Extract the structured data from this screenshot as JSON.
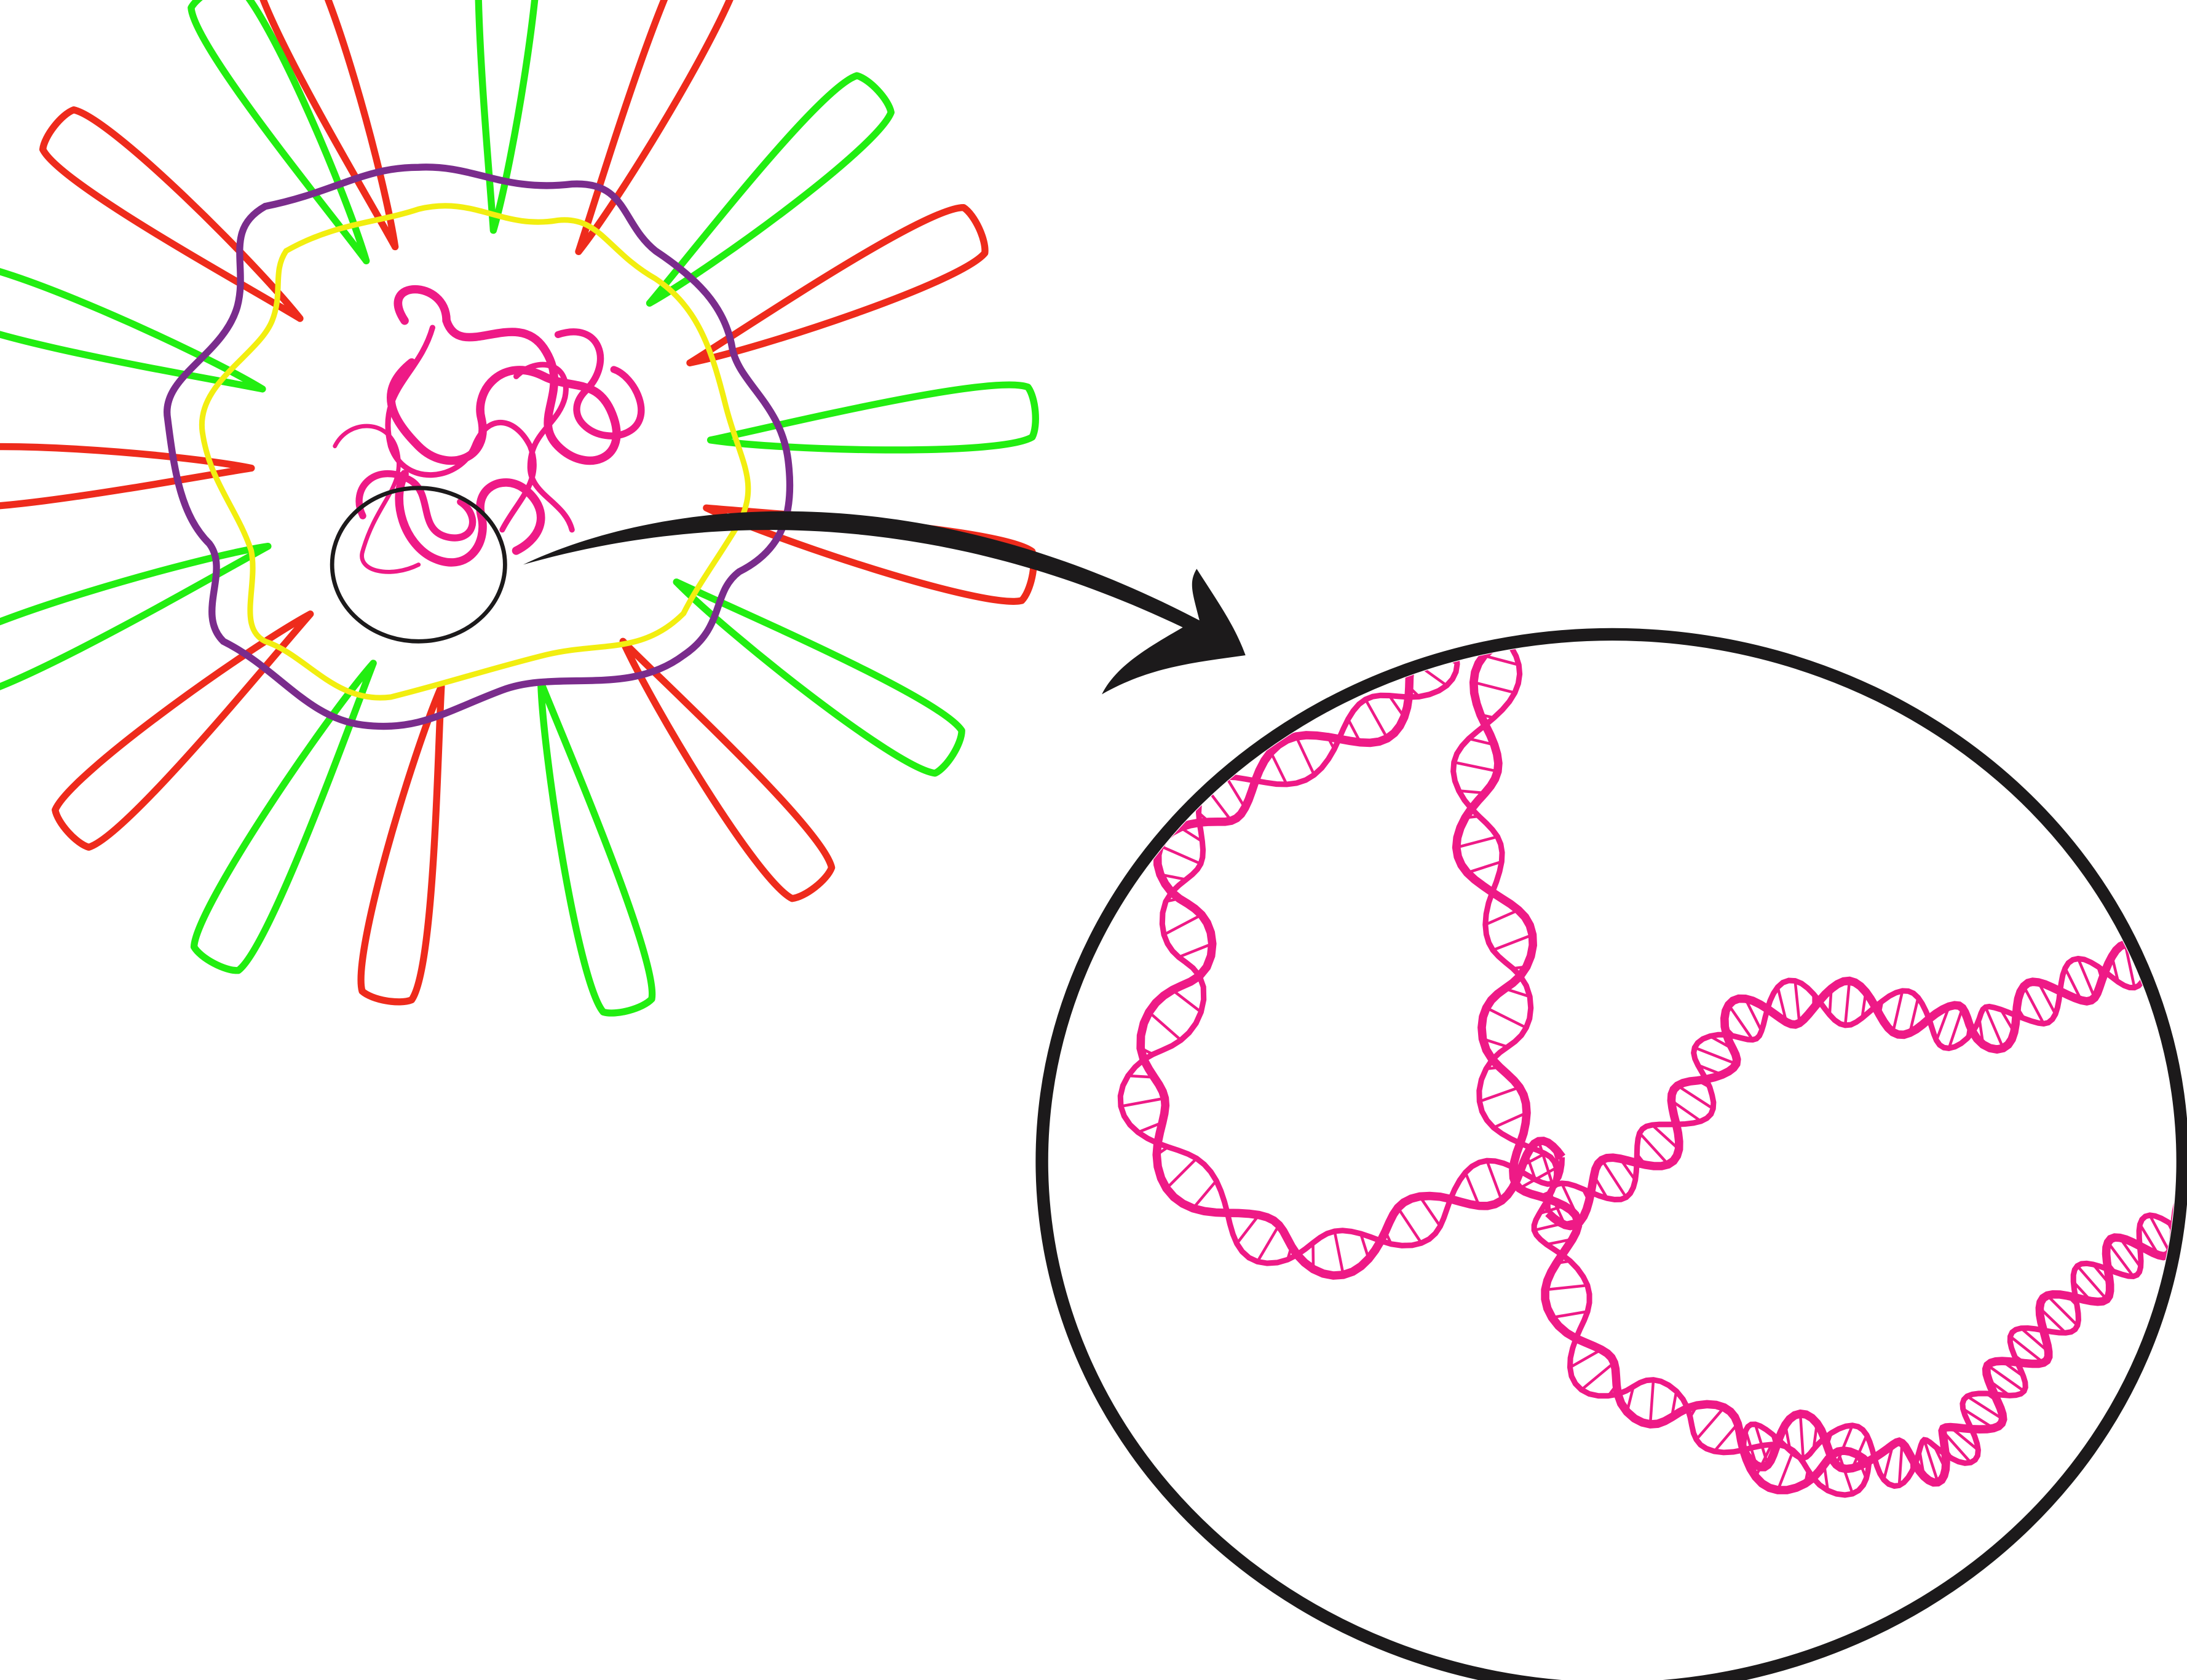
{
  "illustration": {
    "subject": "virus-with-magnified-genome",
    "parts": [
      "virus-particle",
      "spike-proteins",
      "envelope-membrane",
      "inner-membrane",
      "genome-coil",
      "selection-circle",
      "zoom-arrow",
      "magnifier-lens",
      "dna-double-helices"
    ]
  },
  "colors": {
    "background": "#ffffff",
    "spike_green": "#22ee11",
    "spike_red": "#ee2b1c",
    "envelope_purple": "#7a2c8c",
    "inner_membrane_yellow": "#f2ee10",
    "genome_pink": "#ee1a86",
    "outline_black": "#1c1a1b"
  },
  "text": {}
}
